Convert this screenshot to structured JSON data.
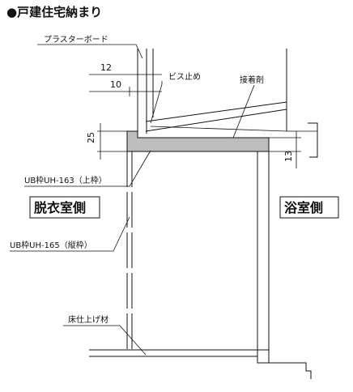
{
  "title": "●戸建住宅納まり",
  "labels": {
    "plaster_board": "プラスターボード",
    "screw_stop": "ビス止め",
    "adhesive": "接着剤",
    "ub_frame_top": "UB枠UH-163（上枠）",
    "ub_frame_vertical": "UB枠UH-165（縦枠）",
    "floor_finish": "床仕上げ材"
  },
  "rooms": {
    "dressing_side": "脱衣室側",
    "bathroom_side": "浴室側"
  },
  "dimensions": {
    "board_width": "12",
    "screw_offset": "10",
    "frame_height": "25",
    "frame_gap": "13"
  },
  "colors": {
    "frame_fill": "#bdbdbd",
    "line": "#111111"
  }
}
